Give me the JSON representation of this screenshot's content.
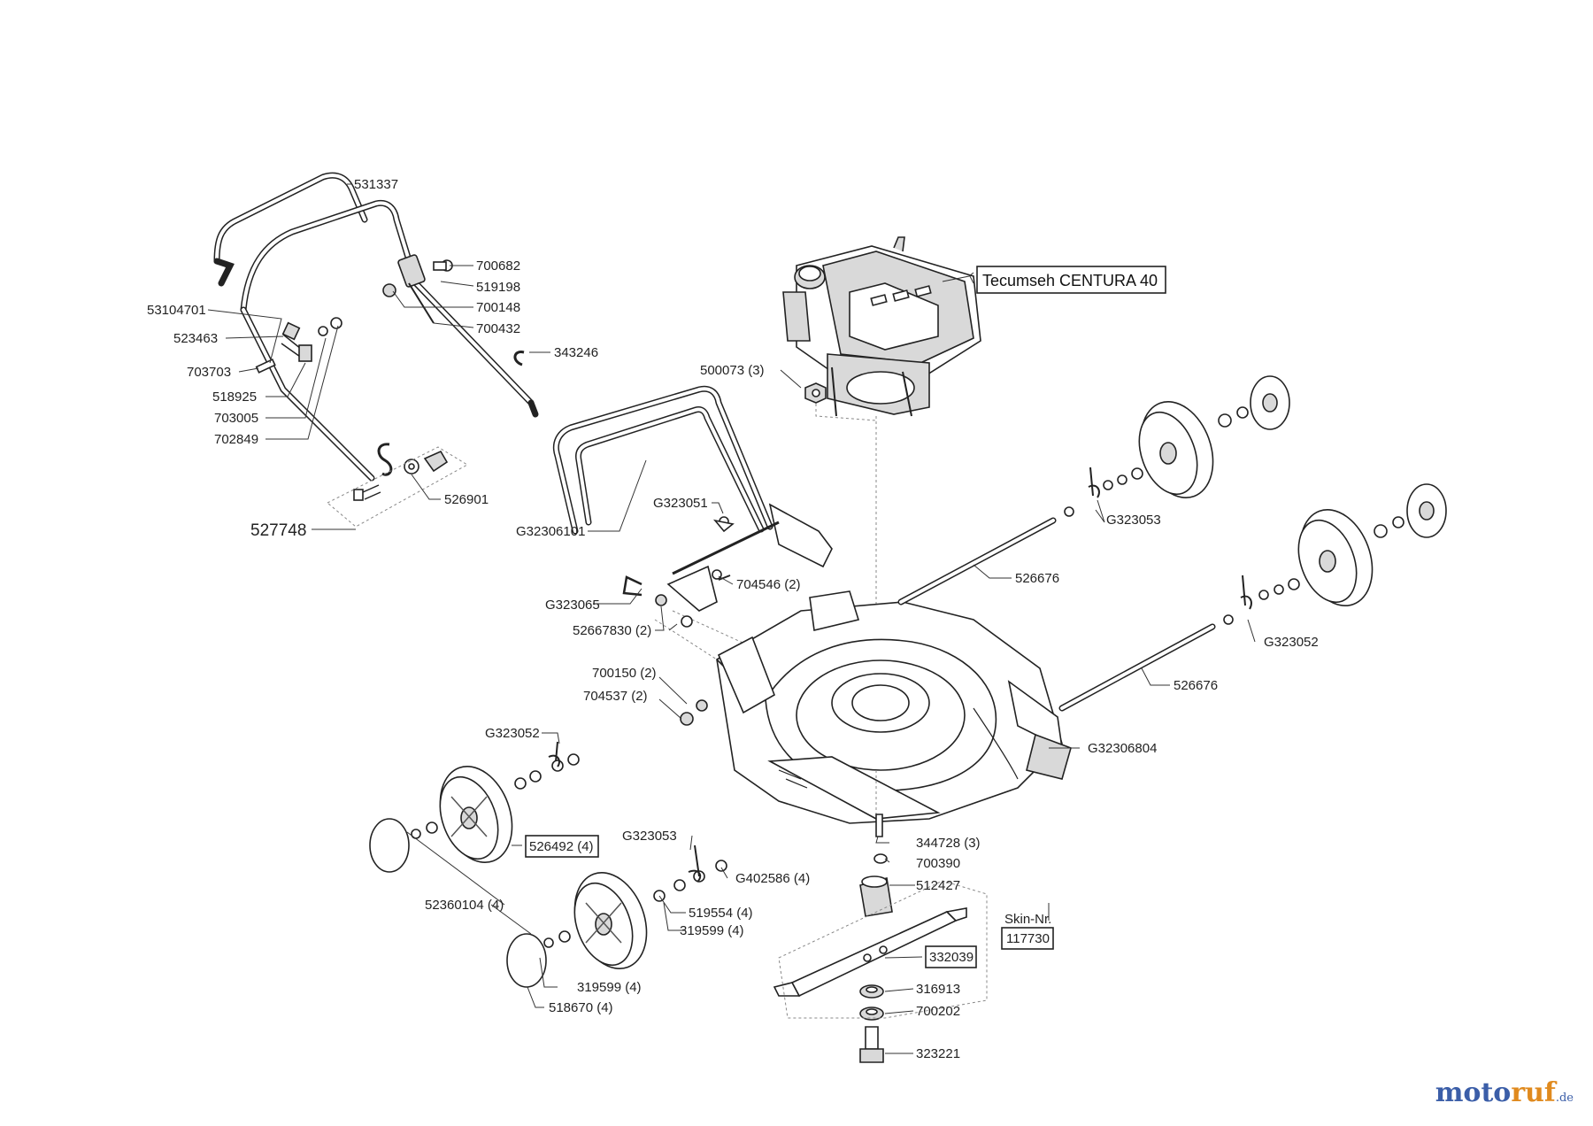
{
  "parts": {
    "p531337": "531337",
    "p700682": "700682",
    "p519198": "519198",
    "p700148": "700148",
    "p700432": "700432",
    "p343246": "343246",
    "p53104701": "53104701",
    "p523463": "523463",
    "p703703": "703703",
    "p518925": "518925",
    "p703005": "703005",
    "p702849": "702849",
    "p526901": "526901",
    "p527748": "527748",
    "engine": "Tecumseh CENTURA 40",
    "p500073": "500073 (3)",
    "pG323051": "G323051",
    "pG32306101": "G32306101",
    "pG323065": "G323065",
    "p704546": "704546 (2)",
    "p52667830": "52667830 (2)",
    "pG323053a": "G323053",
    "p526676a": "526676",
    "pG323052a": "G323052",
    "p526676b": "526676",
    "p700150": "700150 (2)",
    "p704537": "704537 (2)",
    "pG32306804": "G32306804",
    "pG323052b": "G323052",
    "p526492": "526492 (4)",
    "pG323053b": "G323053",
    "pG402586": "G402586 (4)",
    "p344728": "344728 (3)",
    "p700390": "700390",
    "p512427": "512427",
    "p52360104": "52360104 (4)",
    "p519554": "519554 (4)",
    "p319599a": "319599 (4)",
    "skin": "Skin-Nr.",
    "p117730": "117730",
    "p332039": "332039",
    "p316913": "316913",
    "p319599b": "319599 (4)",
    "p518670": "518670 (4)",
    "p700202": "700202",
    "p323221": "323221"
  },
  "brand": {
    "part1": "moto",
    "part2": "ruf",
    "suffix": ".de"
  },
  "colors": {
    "brand_blue": "#3b5ea8",
    "brand_orange": "#e08a1e",
    "line": "#222222"
  }
}
